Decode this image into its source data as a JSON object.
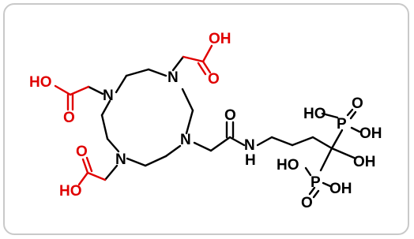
{
  "structure": {
    "colors": {
      "bond": "#000000",
      "acid_group": "#e00000",
      "nitrogen": "#000000",
      "phosphonate": "#000000",
      "frame_border": "#c9c9c9"
    },
    "labels": {
      "n_top": "N",
      "n_left": "N",
      "n_right": "N",
      "n_bottom": "N",
      "nh_n": "N",
      "nh_h": "H",
      "oh_top": "OH",
      "o_top": "O",
      "ho_left": "HO",
      "o_left": "O",
      "o_bottom": "O",
      "ho_bottom": "HO",
      "o_amide": "O",
      "p_top": "P",
      "ho_p_top": "HO",
      "o_p_top": "O",
      "oh_p_top": "OH",
      "oh_c": "OH",
      "p_bot": "P",
      "ho_p_bot": "HO",
      "o_p_bot": "O",
      "oh_p_bot": "OH"
    }
  }
}
